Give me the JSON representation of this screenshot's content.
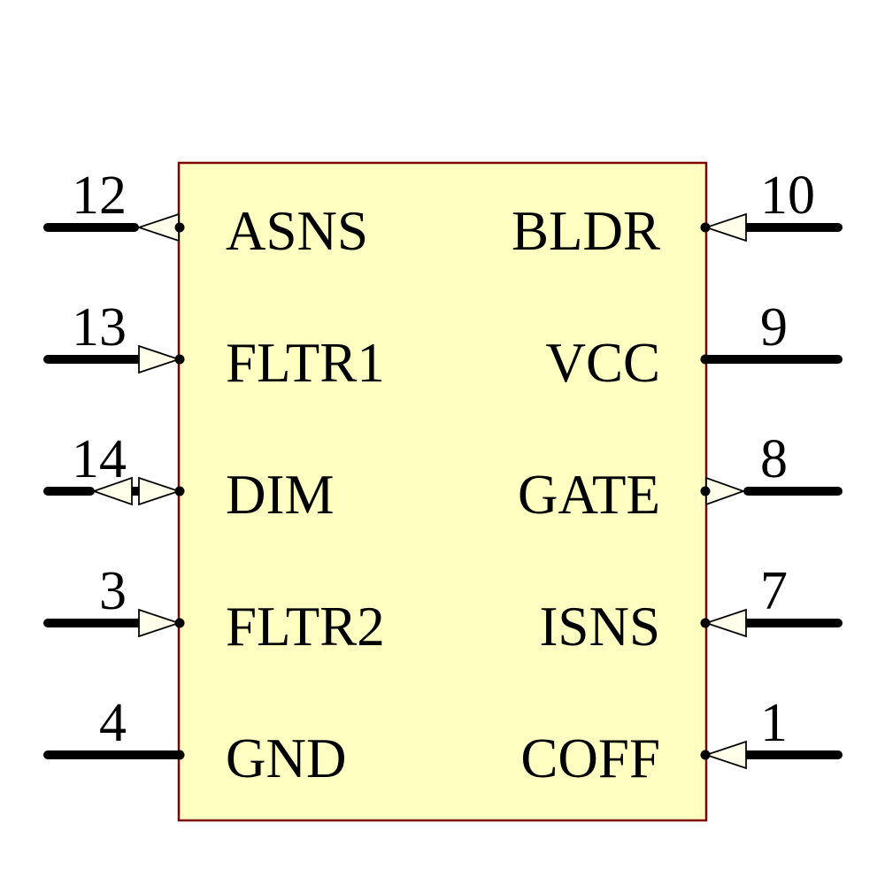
{
  "colors": {
    "page_bg": "#FFFFFF",
    "body_fill": "#FFFFC1",
    "body_border": "#800000",
    "arrow_fill": "#FFFFEA",
    "line_color": "#000000"
  },
  "symbol": {
    "type": "ic-schematic-symbol",
    "pins": {
      "left": [
        {
          "number": "12",
          "name": "ASNS",
          "direction": "out"
        },
        {
          "number": "13",
          "name": "FLTR1",
          "direction": "in"
        },
        {
          "number": "14",
          "name": "DIM",
          "direction": "bidirectional"
        },
        {
          "number": "3",
          "name": "FLTR2",
          "direction": "in"
        },
        {
          "number": "4",
          "name": "GND",
          "direction": "none"
        }
      ],
      "right": [
        {
          "number": "10",
          "name": "BLDR",
          "direction": "in"
        },
        {
          "number": "9",
          "name": "VCC",
          "direction": "none"
        },
        {
          "number": "8",
          "name": "GATE",
          "direction": "out"
        },
        {
          "number": "7",
          "name": "ISNS",
          "direction": "in"
        },
        {
          "number": "1",
          "name": "COFF",
          "direction": "in"
        }
      ]
    }
  }
}
